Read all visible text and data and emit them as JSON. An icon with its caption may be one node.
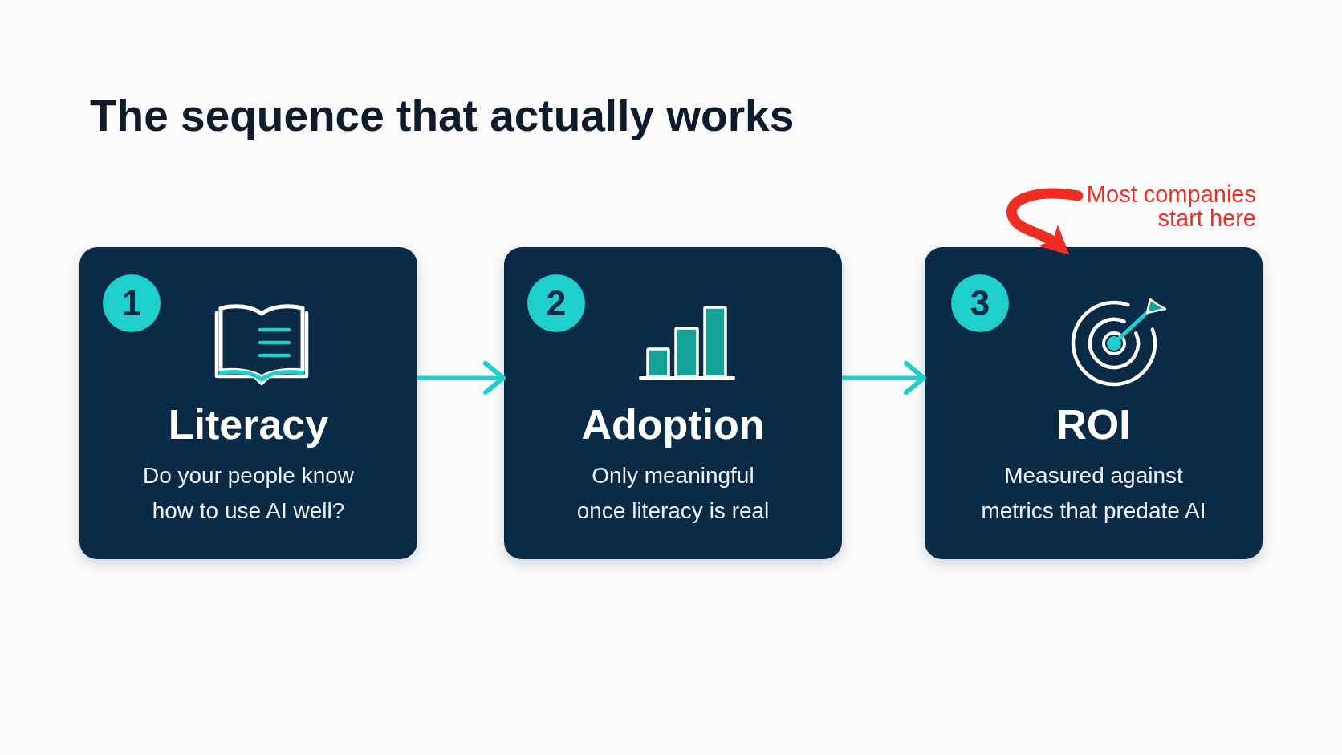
{
  "diagram": {
    "title": "The sequence that actually works",
    "nodes": [
      {
        "text": [
          "Most companies start here"
        ]
      },
      {
        "text": [
          "Literacy",
          "Do your people know how to use AI well?"
        ]
      },
      {
        "text": [
          "1"
        ],
        "in": 1
      },
      {
        "text": [
          "Adoption",
          "Only meaningful once literacy is real"
        ]
      },
      {
        "text": [
          "2"
        ],
        "in": 3
      },
      {
        "text": [
          "ROI",
          "Measured against metrics that predate AI"
        ]
      },
      {
        "text": [
          "3"
        ],
        "in": 5
      }
    ],
    "edges": [
      {
        "from": 1,
        "to": 3,
        "arrow": "to"
      },
      {
        "from": 3,
        "to": 5,
        "arrow": "to"
      },
      {
        "from": 0,
        "to": 5,
        "arrow": "to",
        "style": "thick",
        "color": "#ee2d24"
      }
    ]
  }
}
